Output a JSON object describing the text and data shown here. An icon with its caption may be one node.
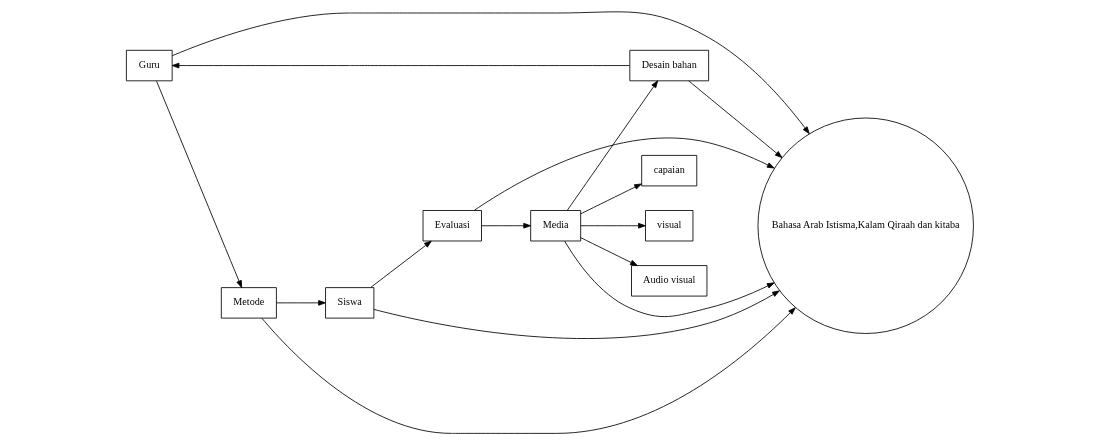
{
  "diagram": {
    "nodes": [
      {
        "text": [
          "Guru"
        ]
      },
      {
        "text": [
          "Metode"
        ]
      },
      {
        "text": [
          "Bahasa Arab Istisma,Kalam Qiraah dan kitaba"
        ]
      },
      {
        "text": [
          "Desain bahan"
        ]
      },
      {
        "text": [
          "Siswa"
        ]
      },
      {
        "text": [
          "visual"
        ]
      },
      {
        "text": [
          "Audio visual"
        ]
      },
      {
        "text": [
          "Media"
        ]
      },
      {
        "text": [
          "Evaluasi"
        ]
      },
      {
        "text": [
          "capaian"
        ]
      }
    ],
    "edges": [
      {
        "from": 0,
        "to": 1,
        "arrow": "to"
      },
      {
        "from": 0,
        "to": 2,
        "arrow": "to"
      },
      {
        "from": 1,
        "to": 2,
        "arrow": "to"
      },
      {
        "from": 1,
        "to": 4,
        "arrow": "to"
      },
      {
        "from": 3,
        "to": 0,
        "arrow": "to"
      },
      {
        "from": 3,
        "to": 2,
        "arrow": "to"
      },
      {
        "from": 4,
        "to": 2,
        "arrow": "to"
      },
      {
        "from": 4,
        "to": 8,
        "arrow": "to"
      },
      {
        "from": 8,
        "to": 2,
        "arrow": "to"
      },
      {
        "from": 8,
        "to": 7,
        "arrow": "to"
      },
      {
        "from": 7,
        "to": 5,
        "arrow": "to"
      },
      {
        "from": 7,
        "to": 6,
        "arrow": "to"
      },
      {
        "from": 7,
        "to": 3,
        "arrow": "to"
      },
      {
        "from": 7,
        "to": 2,
        "arrow": "to"
      },
      {
        "from": 7,
        "to": 9,
        "arrow": "to"
      }
    ]
  }
}
